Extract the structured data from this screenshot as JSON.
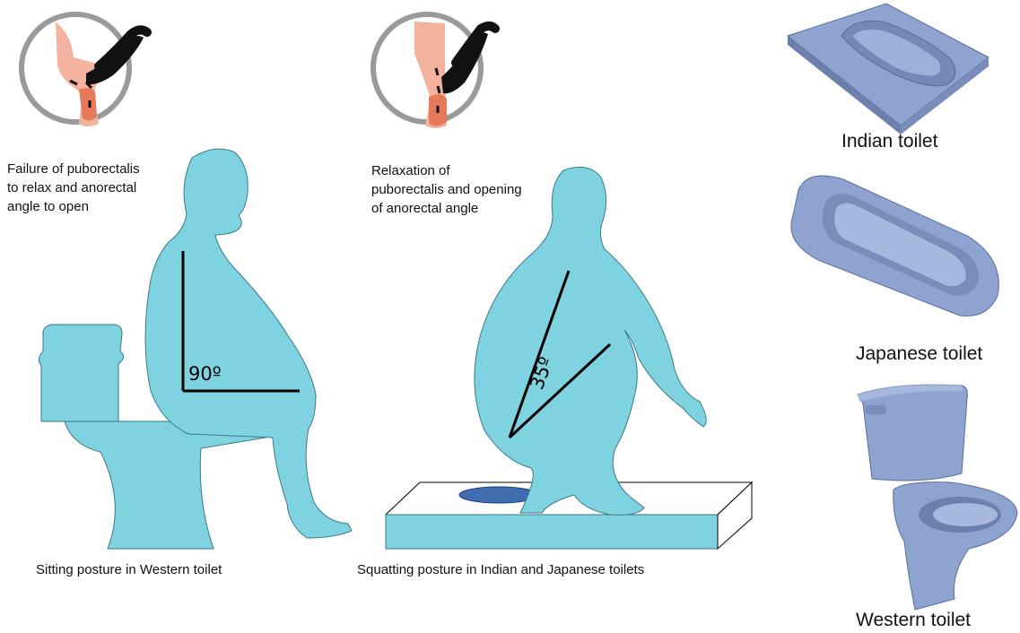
{
  "colors": {
    "body": "#7fd3e0",
    "body_stroke": "#3a7a86",
    "toilet_blue": "#8ea3cf",
    "seat_hole": "#3f6db0",
    "skin": "#f3a88e",
    "rectum": "#e5795a",
    "muscle": "#111111"
  },
  "western": {
    "note_line1": "Failure of puborectalis",
    "note_line2": "to relax and anorectal",
    "note_line3": "angle to open",
    "angle_label": "90º",
    "caption": "Sitting posture in Western toilet"
  },
  "squat": {
    "note_line1": "Relaxation of",
    "note_line2": "puborectalis and opening",
    "note_line3": "of anorectal angle",
    "angle_label": "35º",
    "caption": "Squatting posture in Indian and Japanese toilets"
  },
  "toilets": {
    "indian": "Indian toilet",
    "japanese": "Japanese toilet",
    "western": "Western toilet"
  },
  "icons": [
    "anorectal-closed-icon",
    "anorectal-open-icon"
  ]
}
